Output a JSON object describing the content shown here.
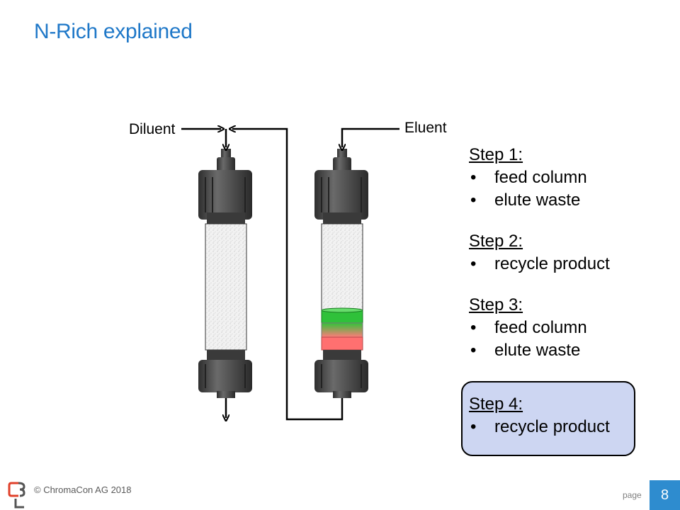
{
  "title": "N-Rich explained",
  "labels": {
    "diluent": "Diluent",
    "eluent": "Eluent"
  },
  "steps": [
    {
      "title": "Step 1:",
      "items": [
        "feed column",
        "elute waste"
      ]
    },
    {
      "title": "Step 2:",
      "items": [
        "recycle product"
      ]
    },
    {
      "title": "Step 3:",
      "items": [
        "feed column",
        "elute waste"
      ]
    }
  ],
  "step4": {
    "title": "Step 4:",
    "items": [
      "recycle product"
    ]
  },
  "footer": {
    "copyright": "© ChromaCon AG 2018",
    "page_label": "page",
    "page_number": "8"
  },
  "colors": {
    "title": "#1f78c8",
    "highlight_box": "#cdd6f2",
    "page_badge": "#2e8ccf",
    "band_green": "#2fc13a",
    "band_red": "#ff7070",
    "logo_red": "#e0402a"
  }
}
